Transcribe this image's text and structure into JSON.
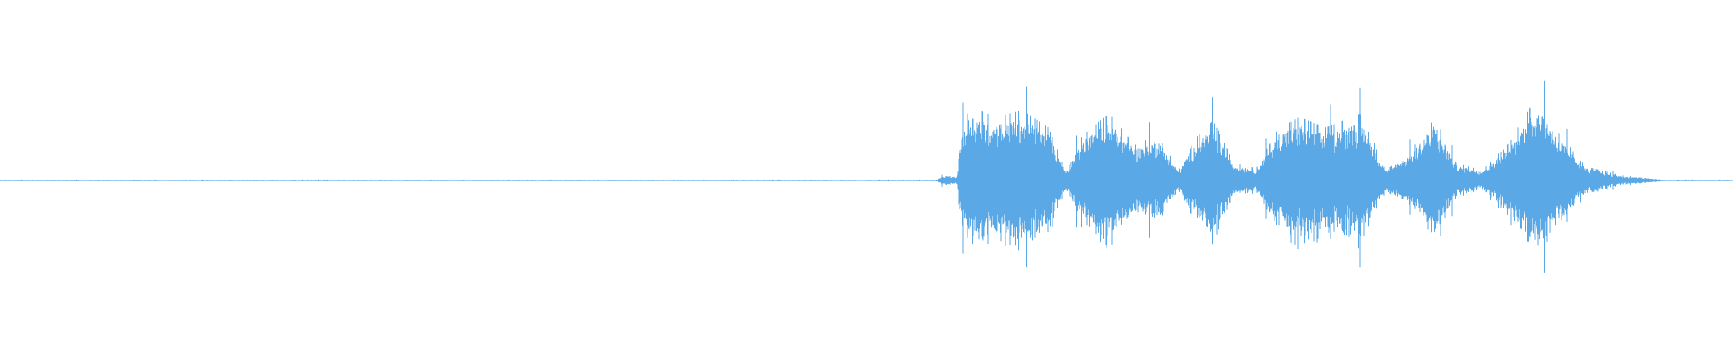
{
  "waveform": {
    "color": "#5aa9e6",
    "background": "#ffffff",
    "duration_fraction_silent_lead": 0.54,
    "envelope": [
      {
        "t": 0.0,
        "amp": 0.004
      },
      {
        "t": 0.54,
        "amp": 0.004
      },
      {
        "t": 0.545,
        "amp": 0.03
      },
      {
        "t": 0.552,
        "amp": 0.02
      },
      {
        "t": 0.555,
        "amp": 0.3
      },
      {
        "t": 0.56,
        "amp": 0.42
      },
      {
        "t": 0.575,
        "amp": 0.36
      },
      {
        "t": 0.59,
        "amp": 0.4
      },
      {
        "t": 0.605,
        "amp": 0.3
      },
      {
        "t": 0.615,
        "amp": 0.06
      },
      {
        "t": 0.625,
        "amp": 0.26
      },
      {
        "t": 0.64,
        "amp": 0.38
      },
      {
        "t": 0.655,
        "amp": 0.2
      },
      {
        "t": 0.668,
        "amp": 0.26
      },
      {
        "t": 0.68,
        "amp": 0.06
      },
      {
        "t": 0.69,
        "amp": 0.24
      },
      {
        "t": 0.7,
        "amp": 0.34
      },
      {
        "t": 0.712,
        "amp": 0.1
      },
      {
        "t": 0.725,
        "amp": 0.07
      },
      {
        "t": 0.738,
        "amp": 0.3
      },
      {
        "t": 0.75,
        "amp": 0.36
      },
      {
        "t": 0.765,
        "amp": 0.3
      },
      {
        "t": 0.785,
        "amp": 0.38
      },
      {
        "t": 0.8,
        "amp": 0.06
      },
      {
        "t": 0.815,
        "amp": 0.18
      },
      {
        "t": 0.828,
        "amp": 0.36
      },
      {
        "t": 0.84,
        "amp": 0.1
      },
      {
        "t": 0.855,
        "amp": 0.06
      },
      {
        "t": 0.87,
        "amp": 0.2
      },
      {
        "t": 0.887,
        "amp": 0.48
      },
      {
        "t": 0.9,
        "amp": 0.26
      },
      {
        "t": 0.915,
        "amp": 0.08
      },
      {
        "t": 0.935,
        "amp": 0.03
      },
      {
        "t": 0.955,
        "amp": 0.01
      },
      {
        "t": 0.96,
        "amp": 0.004
      },
      {
        "t": 1.0,
        "amp": 0.004
      }
    ]
  }
}
